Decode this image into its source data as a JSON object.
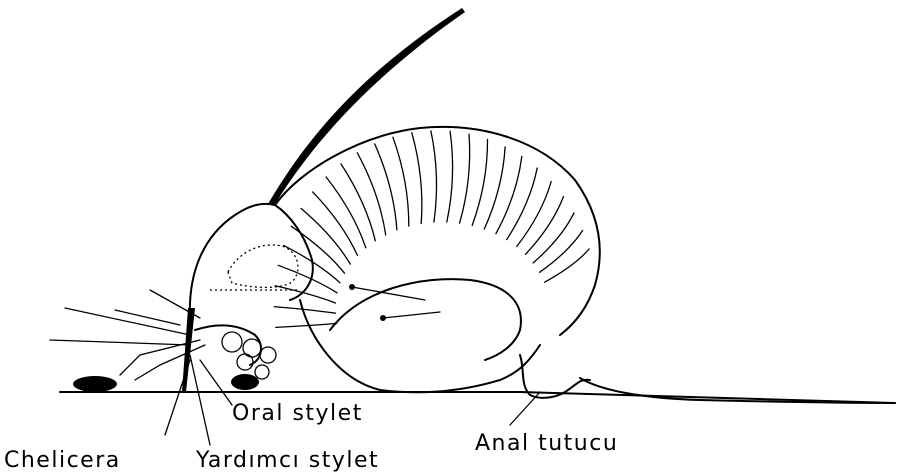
{
  "labels": {
    "chelicera": "Chelicera",
    "yardimci_stylet": "Yardımcı stylet",
    "oral_stylet": "Oral stylet",
    "anal_tutucu": "Anal tutucu"
  }
}
